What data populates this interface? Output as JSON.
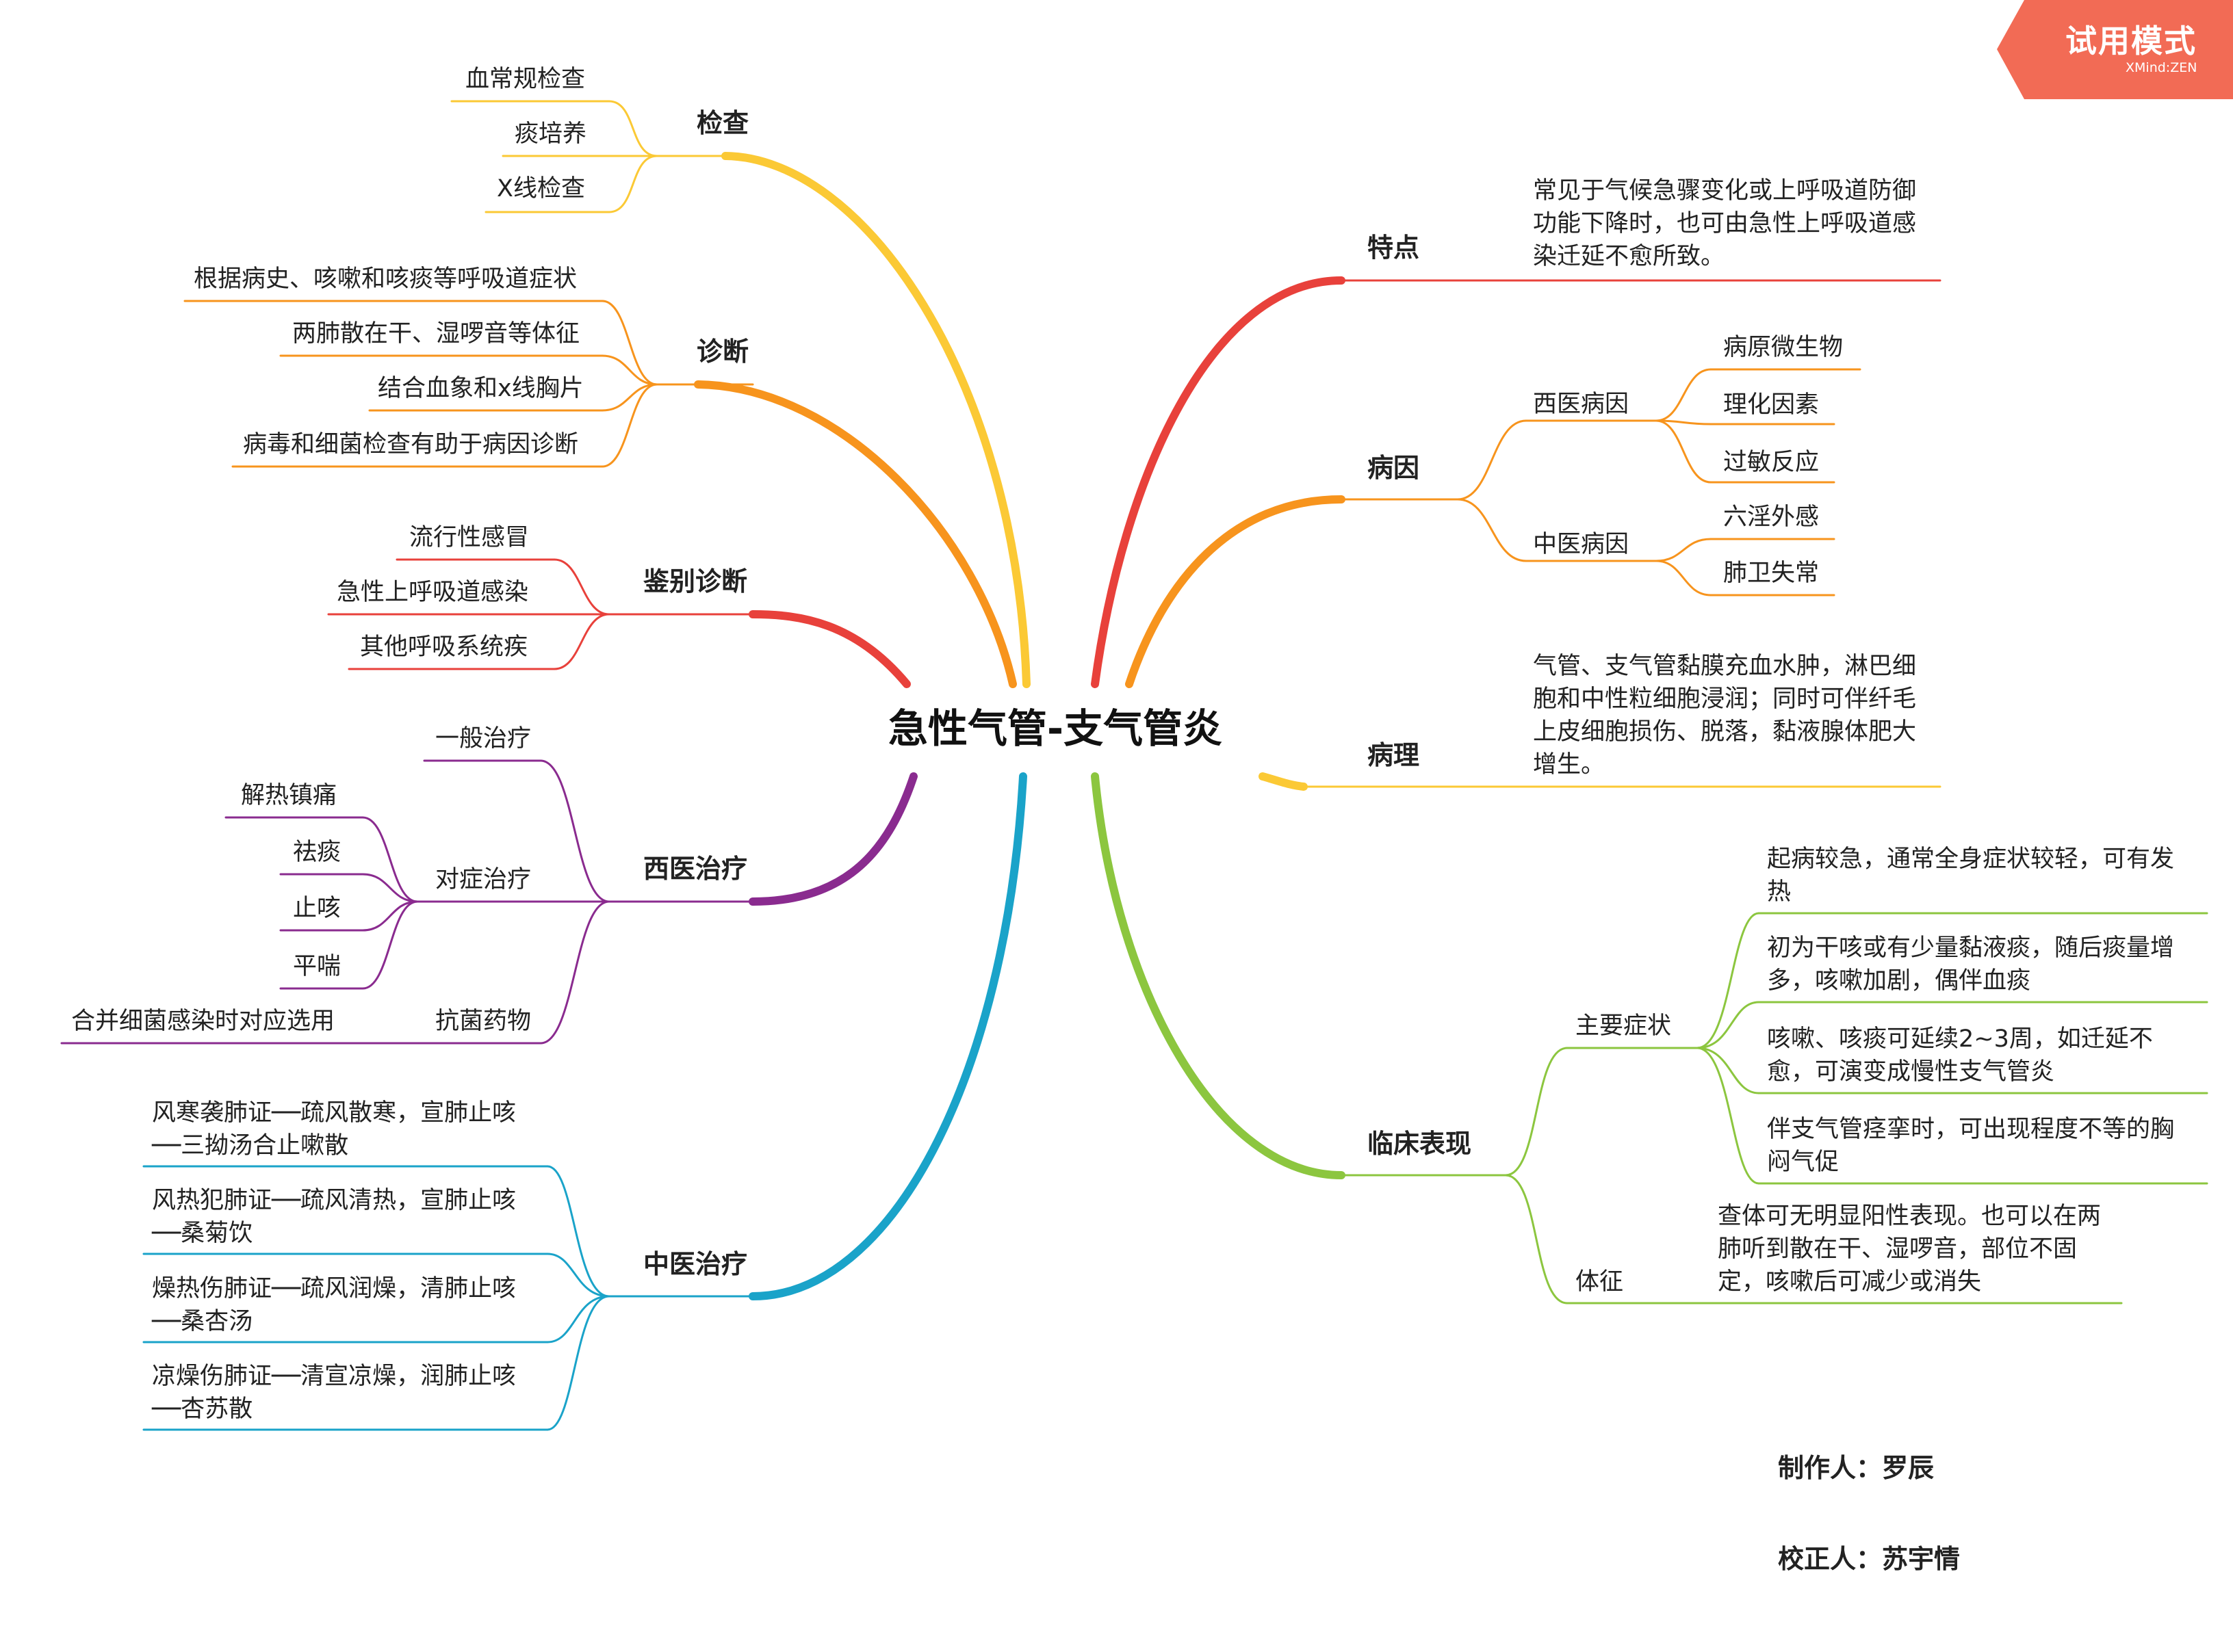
{
  "title": "急性气管-支气管炎",
  "watermark": {
    "label": "试用模式",
    "brand": "XMind:ZEN",
    "color": "#f26b55"
  },
  "colors": {
    "exam": "#fbc935",
    "diag": "#f7941d",
    "diff": "#e8413b",
    "western": "#8a2b8f",
    "tcm": "#1aa3c9",
    "feature": "#e8413b",
    "cause": "#f7941d",
    "path": "#fbc935",
    "clinical": "#8cc63f"
  },
  "left": {
    "exam": {
      "label": "检查",
      "items": [
        "血常规检查",
        "痰培养",
        "X线检查"
      ]
    },
    "diagnosis": {
      "label": "诊断",
      "items": [
        "根据病史、咳嗽和咳痰等呼吸道症状",
        "两肺散在干、湿啰音等体征",
        "结合血象和x线胸片",
        "病毒和细菌检查有助于病因诊断"
      ]
    },
    "differential": {
      "label": "鉴别诊断",
      "items": [
        "流行性感冒",
        "急性上呼吸道感染",
        "其他呼吸系统疾"
      ]
    },
    "western": {
      "label": "西医治疗",
      "general": "一般治疗",
      "symptomatic": {
        "label": "对症治疗",
        "items": [
          "解热镇痛",
          "祛痰",
          "止咳",
          "平喘"
        ]
      },
      "antibiotic": {
        "label": "抗菌药物",
        "item": "合并细菌感染时对应选用"
      }
    },
    "tcm": {
      "label": "中医治疗",
      "items": [
        "风寒袭肺证──疏风散寒，宣肺止咳──三拗汤合止嗽散",
        "风热犯肺证──疏风清热，宣肺止咳──桑菊饮",
        "燥热伤肺证──疏风润燥，清肺止咳──桑杏汤",
        "凉燥伤肺证──清宣凉燥，润肺止咳──杏苏散"
      ]
    }
  },
  "right": {
    "feature": {
      "label": "特点",
      "text": "常见于气候急骤变化或上呼吸道防御功能下降时，也可由急性上呼吸道感染迁延不愈所致。"
    },
    "cause": {
      "label": "病因",
      "western": {
        "label": "西医病因",
        "items": [
          "病原微生物",
          "理化因素",
          "过敏反应"
        ]
      },
      "tcm": {
        "label": "中医病因",
        "items": [
          "六淫外感",
          "肺卫失常"
        ]
      }
    },
    "pathology": {
      "label": "病理",
      "text": "气管、支气管黏膜充血水肿，淋巴细胞和中性粒细胞浸润；同时可伴纤毛上皮细胞损伤、脱落，黏液腺体肥大增生。"
    },
    "clinical": {
      "label": "临床表现",
      "main": {
        "label": "主要症状",
        "items": [
          "起病较急，通常全身症状较轻，可有发热",
          "初为干咳或有少量黏液痰，随后痰量增多，咳嗽加剧，偶伴血痰",
          "咳嗽、咳痰可延续2~3周，如迁延不愈，可演变成慢性支气管炎",
          "伴支气管痉挛时，可出现程度不等的胸闷气促"
        ]
      },
      "sign": {
        "label": "体征",
        "text": "查体可无明显阳性表现。也可以在两肺听到散在干、湿啰音，部位不固定，咳嗽后可减少或消失"
      }
    }
  },
  "credits": {
    "author": "制作人：罗辰",
    "proof": "校正人：苏宇情"
  }
}
